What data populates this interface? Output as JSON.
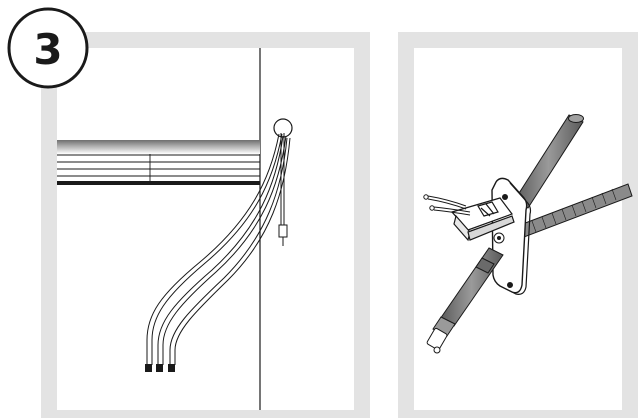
{
  "step": {
    "number": "3"
  },
  "colors": {
    "frame": "#e3e3e3",
    "line": "#1a1a1a",
    "background": "#ffffff",
    "rail_gradient_top": "#6f6f6f"
  },
  "panels": [
    {
      "name": "wall-window-blind-panel",
      "elements": [
        "blind-headrail",
        "blind-slats",
        "mounting-hole-circle",
        "pull-cords",
        "cord-end-plug",
        "wall-edge-line"
      ]
    },
    {
      "name": "bracket-assembly-panel",
      "elements": [
        "mounting-plate",
        "support-rod",
        "threaded-rod",
        "clip-mechanism",
        "wire-leads",
        "end-cap"
      ]
    }
  ]
}
